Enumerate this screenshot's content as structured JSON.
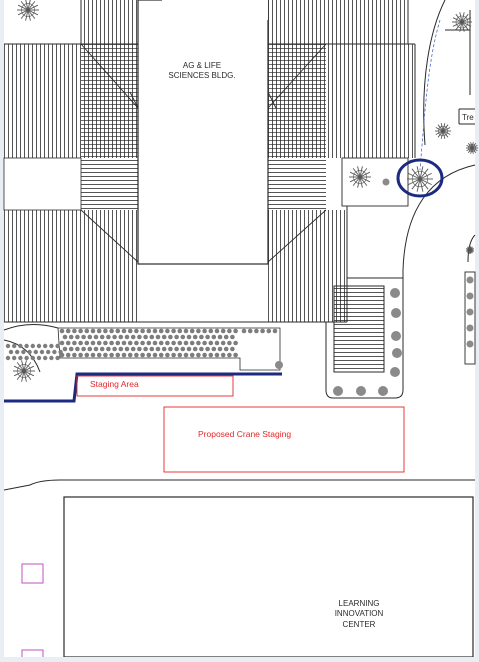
{
  "buildings": {
    "ag_life_line1": "AG & LIFE",
    "ag_life_line2": "SCIENCES BLDG.",
    "learning_line1": "LEARNING",
    "learning_line2": "INNOVATION",
    "learning_line3": "CENTER"
  },
  "annotations": {
    "staging_area": "Staging Area",
    "crane_staging": "Proposed Crane Staging",
    "tree_tag": "Tre"
  },
  "colors": {
    "line": "#2a2a2a",
    "annotation_red": "#e3262a",
    "highlight_blue": "#1c2a80",
    "marker_magenta": "#c050c0",
    "dash_blue": "#4a6cc8"
  }
}
